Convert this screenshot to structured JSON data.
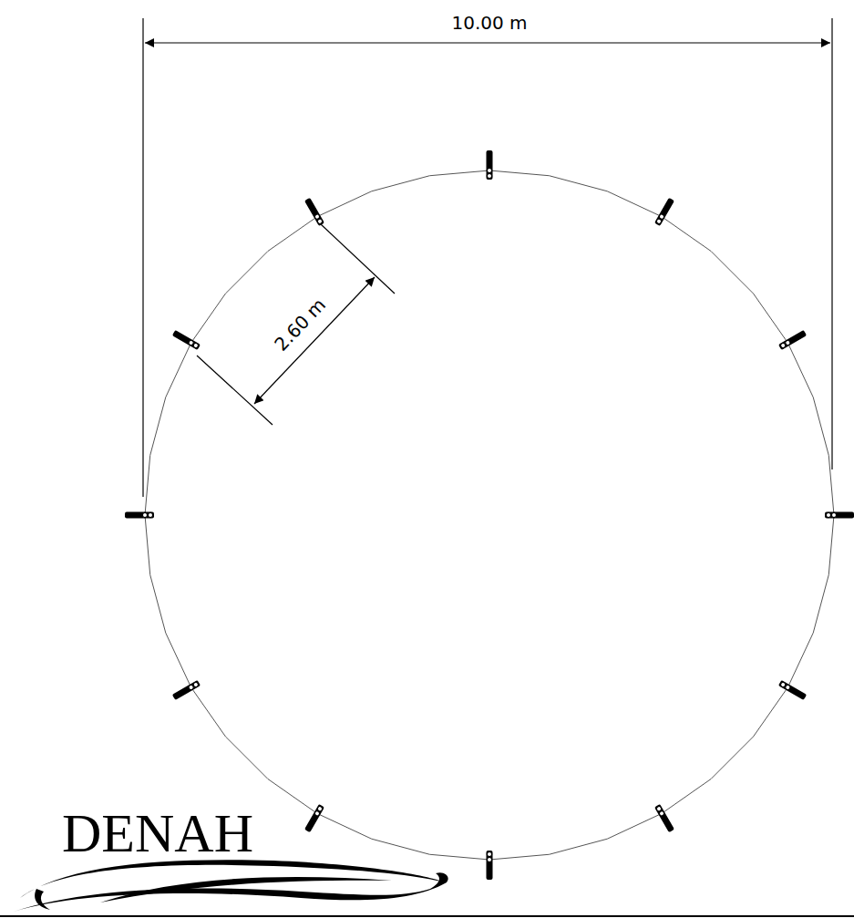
{
  "diagram": {
    "title": "DENAH",
    "labels": [
      "10.00 m",
      "2.60 m"
    ]
  }
}
